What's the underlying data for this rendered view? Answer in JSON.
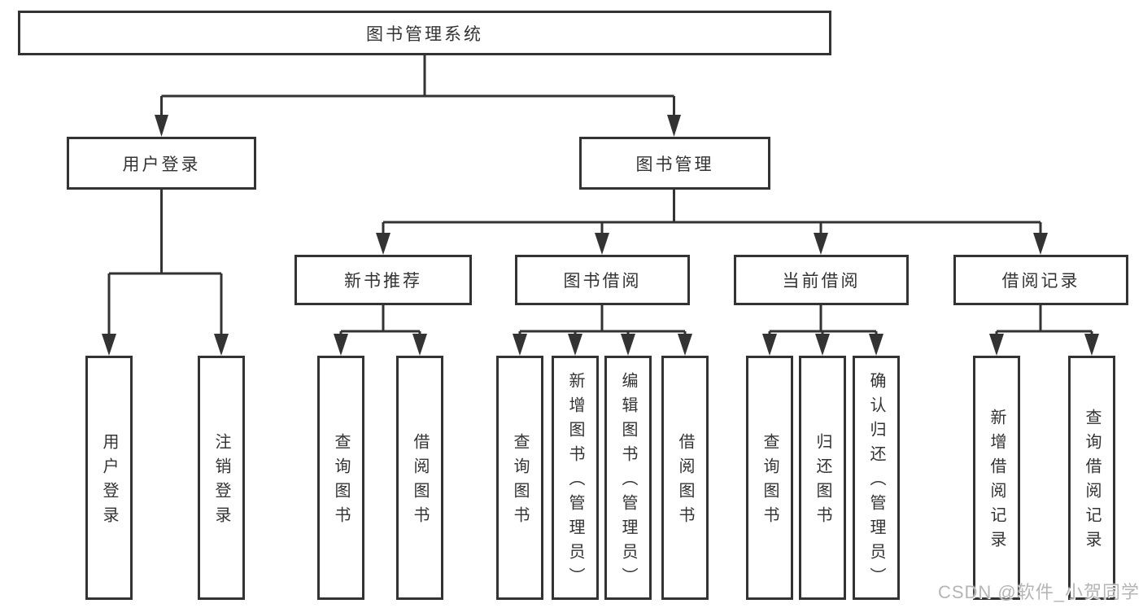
{
  "tree": {
    "root": "图书管理系统",
    "branches": [
      {
        "label": "用户登录",
        "leaves": [
          "用户登录",
          "注销登录"
        ]
      },
      {
        "label": "图书管理",
        "children": [
          {
            "label": "新书推荐",
            "leaves": [
              "查询图书",
              "借阅图书"
            ]
          },
          {
            "label": "图书借阅",
            "leaves": [
              "查询图书",
              "新增图书（管理员）",
              "编辑图书（管理员）",
              "借阅图书"
            ]
          },
          {
            "label": "当前借阅",
            "leaves": [
              "查询图书",
              "归还图书",
              "确认归还（管理员）"
            ]
          },
          {
            "label": "借阅记录",
            "leaves": [
              "新增借阅记录",
              "查询借阅记录"
            ]
          }
        ]
      }
    ]
  },
  "watermark": "CSDN @软件_小贺同学",
  "colors": {
    "line": "#333333",
    "box_border": "#333333",
    "text": "#333333",
    "watermark": "#b5b5b5",
    "background": "#ffffff"
  }
}
